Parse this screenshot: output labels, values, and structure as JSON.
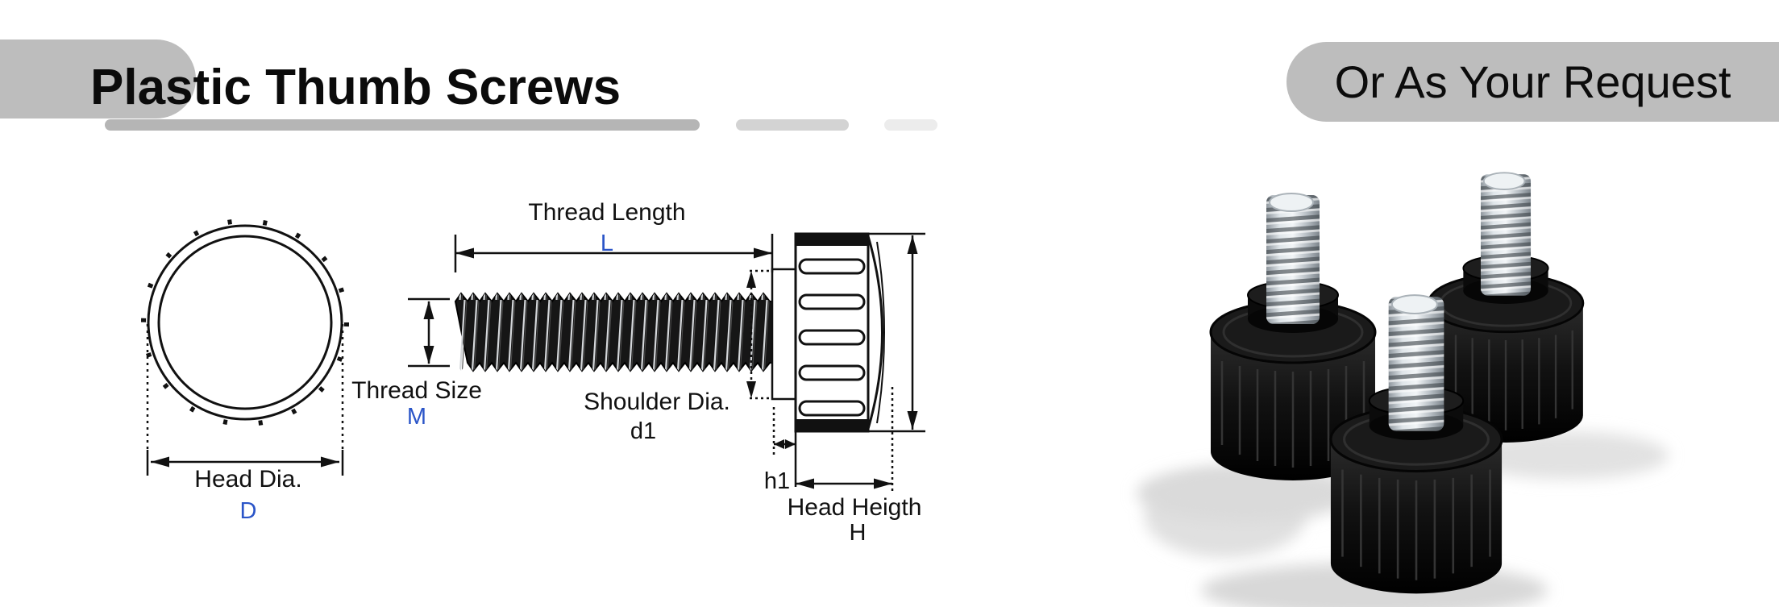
{
  "header": {
    "title": "Plastic Thumb Screws",
    "badge_label": "Or As Your Request"
  },
  "diagram": {
    "top_view": {
      "dim_label": "Head Dia.",
      "dim_symbol": "D"
    },
    "side_view": {
      "thread_length_label": "Thread Length",
      "thread_length_symbol": "L",
      "thread_size_label": "Thread Size",
      "thread_size_symbol": "M",
      "shoulder_dia_label": "Shoulder Dia.",
      "shoulder_dia_symbol": "d1",
      "shoulder_height_symbol": "h1",
      "head_height_label": "Head Heigth",
      "head_height_symbol": "H"
    }
  },
  "colors": {
    "banner_gray": "#bdbdbd",
    "underline_gray_1": "#b5b5b5",
    "underline_gray_2": "#d3d3d3",
    "underline_gray_3": "#ececec",
    "dimension_symbol_blue": "#2b55c8",
    "drawing_ink": "#111111"
  }
}
